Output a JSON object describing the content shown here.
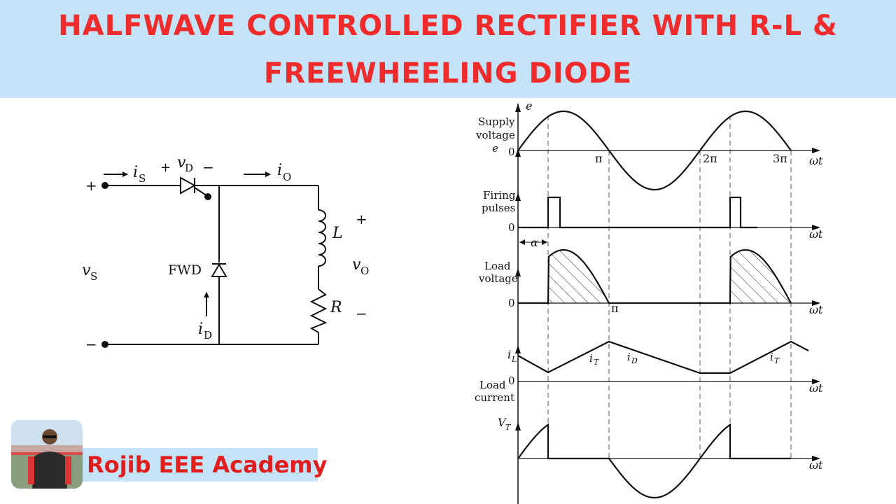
{
  "title": {
    "line1": "HALFWAVE CONTROLLED RECTIFIER WITH R-L &",
    "line2": "FREEWHEELING DIODE"
  },
  "circuit": {
    "plus_left": "+",
    "minus_left": "−",
    "is": "i",
    "is_sub": "S",
    "vd_plus": "+",
    "vd": "v",
    "vd_sub": "D",
    "vd_minus": "−",
    "io": "i",
    "io_sub": "O",
    "vs": "v",
    "vs_sub": "S",
    "fwd": "FWD",
    "id": "i",
    "id_sub": "D",
    "inductor": "L",
    "resistor": "R",
    "vo_plus": "+",
    "vo": "v",
    "vo_sub": "O",
    "vo_minus": "−"
  },
  "waveforms": {
    "supply_top": "e",
    "supply_label1": "Supply",
    "supply_label2": "voltage",
    "supply_e": "e",
    "zero": "0",
    "pi": "π",
    "two_pi": "2π",
    "three_pi": "3π",
    "omega_t": "ωt",
    "firing1": "Firing",
    "firing2": "pulses",
    "alpha": "α",
    "load1": "Load",
    "load2": "voltage",
    "il": "i",
    "il_sub": "L",
    "it": "i",
    "it_sub": "T",
    "id": "i",
    "id_sub": "D",
    "current1": "Load",
    "current2": "current",
    "vt": "V",
    "vt_sub": "T"
  },
  "brand": {
    "name": "Rojib EEE Academy"
  },
  "colors": {
    "banner": "#c5e3f7",
    "title": "#ef2b2b",
    "brand_text": "#e01e1e"
  }
}
